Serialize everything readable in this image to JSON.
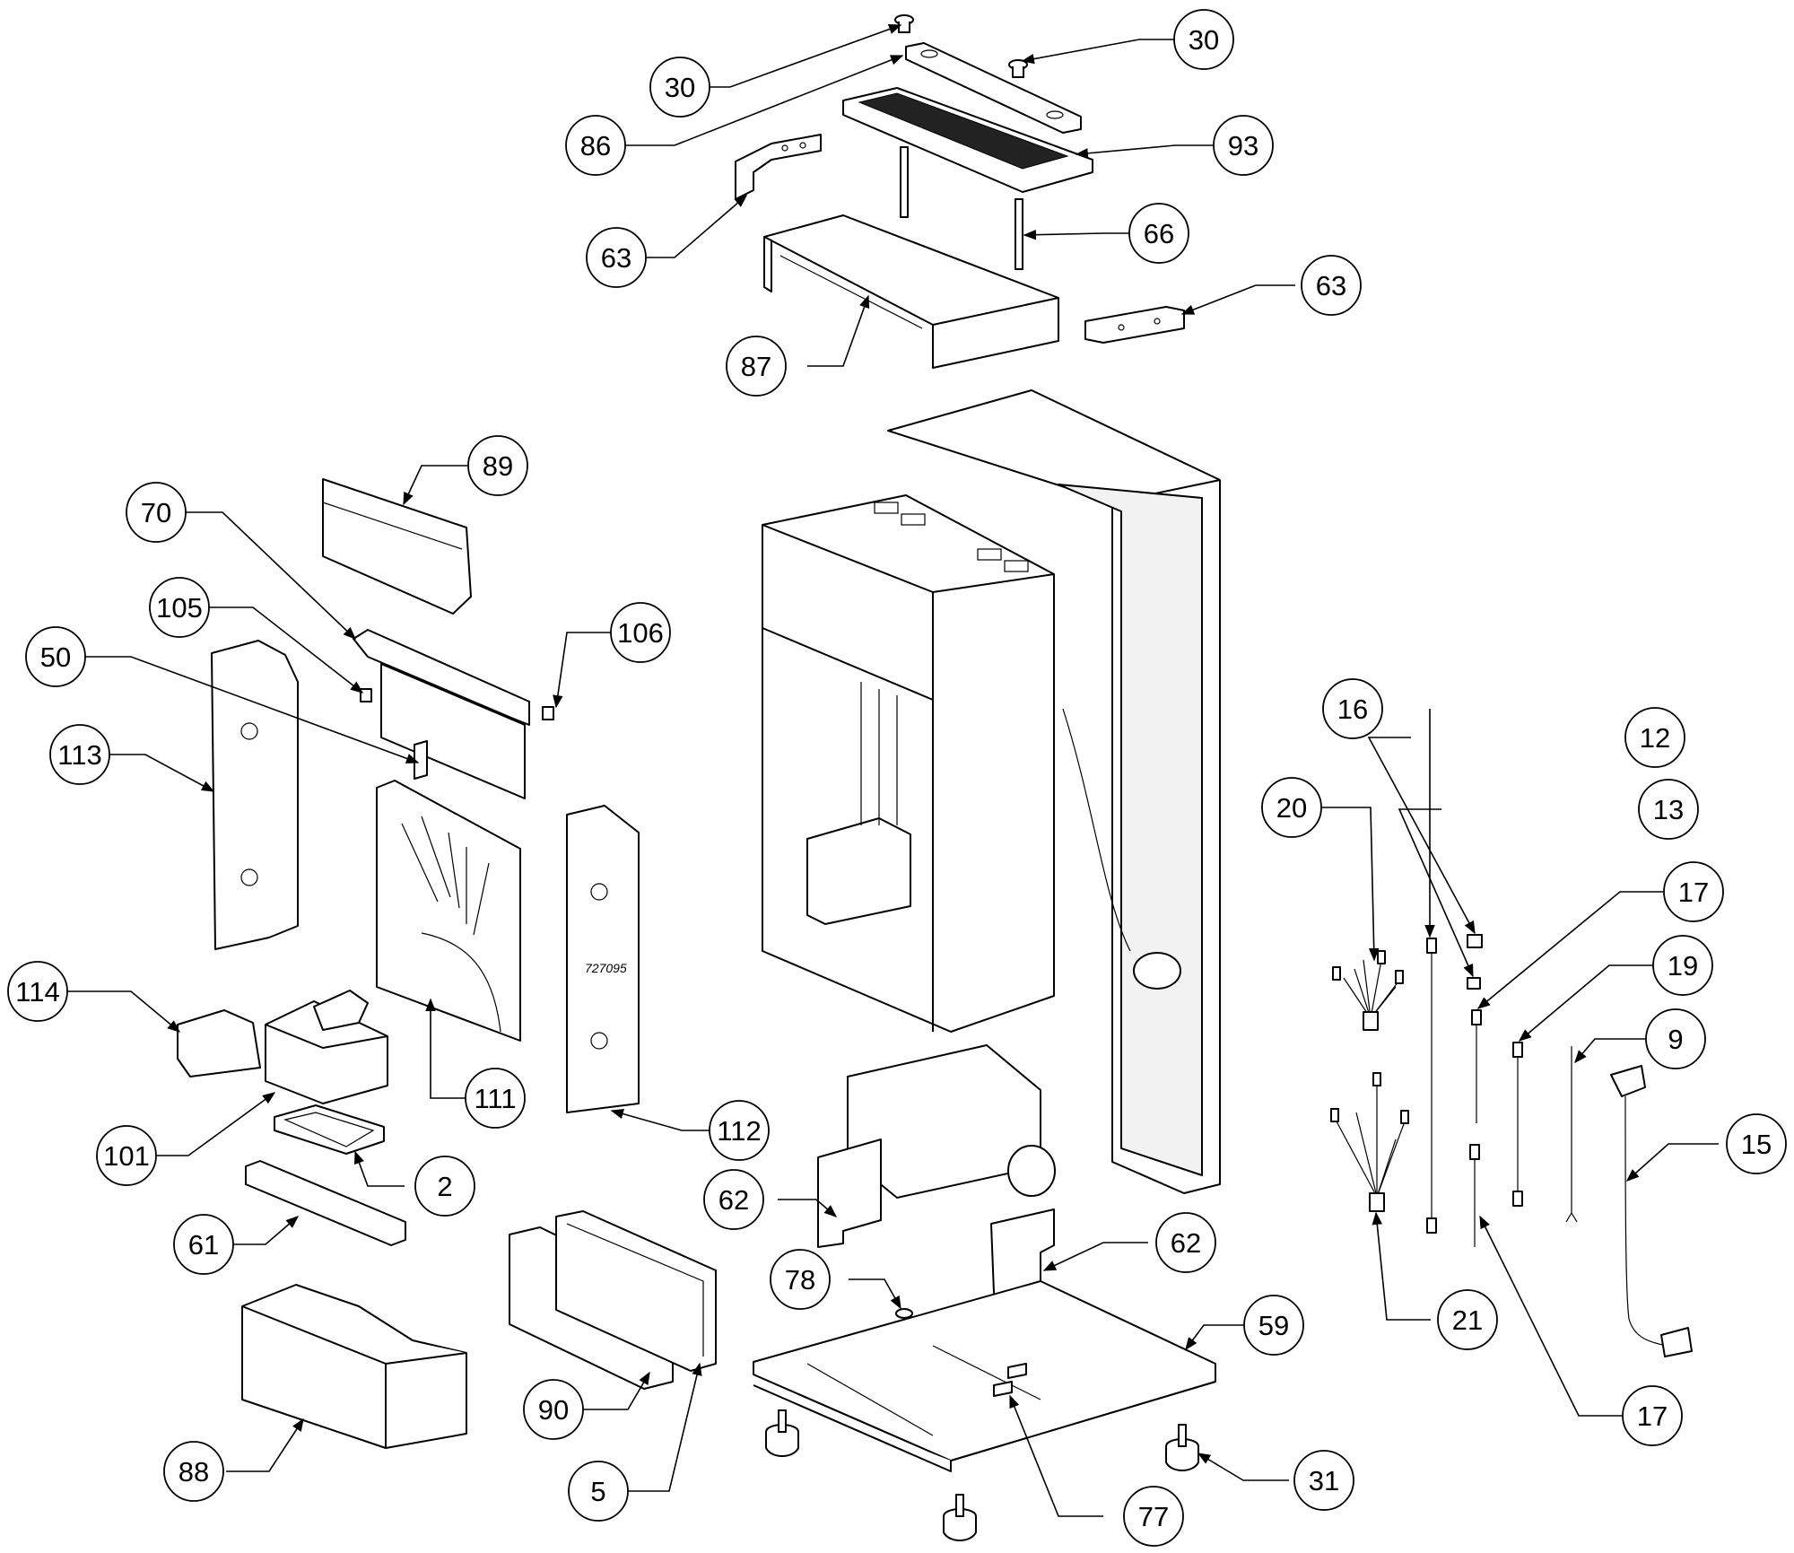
{
  "diagram": {
    "stamp_text": "727095",
    "callouts": [
      "30",
      "30",
      "86",
      "93",
      "63",
      "66",
      "63",
      "87",
      "89",
      "70",
      "105",
      "106",
      "50",
      "113",
      "111",
      "112",
      "114",
      "101",
      "2",
      "61",
      "90",
      "5",
      "88",
      "62",
      "62",
      "78",
      "59",
      "77",
      "31",
      "16",
      "12",
      "13",
      "17",
      "19",
      "20",
      "9",
      "15",
      "21",
      "17"
    ]
  }
}
